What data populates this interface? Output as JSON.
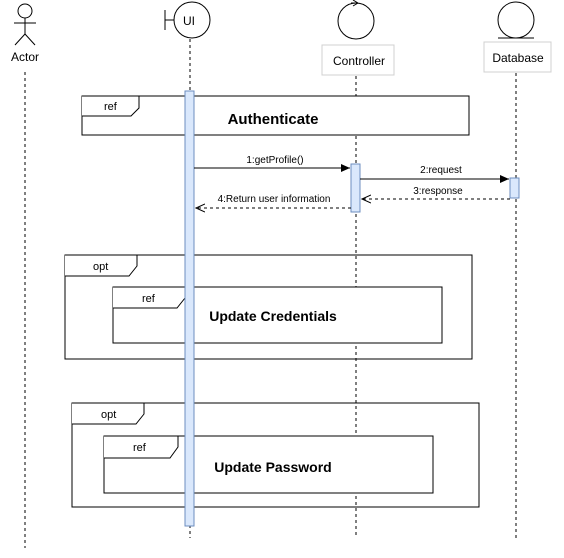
{
  "participants": {
    "actor": "Actor",
    "ui": "UI",
    "controller": "Controller",
    "database": "Database"
  },
  "fragments": {
    "ref_authenticate": {
      "tag": "ref",
      "title": "Authenticate"
    },
    "opt_1": {
      "tag": "opt"
    },
    "ref_update_credentials": {
      "tag": "ref",
      "title": "Update Credentials"
    },
    "opt_2": {
      "tag": "opt"
    },
    "ref_update_password": {
      "tag": "ref",
      "title": "Update Password"
    }
  },
  "messages": {
    "m1": "1:getProfile()",
    "m2": "2:request",
    "m3": "3:response",
    "m4": "4:Return user information"
  },
  "colors": {
    "activation_fill": "#dae8fc",
    "activation_stroke": "#6c8ebf",
    "line": "#000000"
  }
}
